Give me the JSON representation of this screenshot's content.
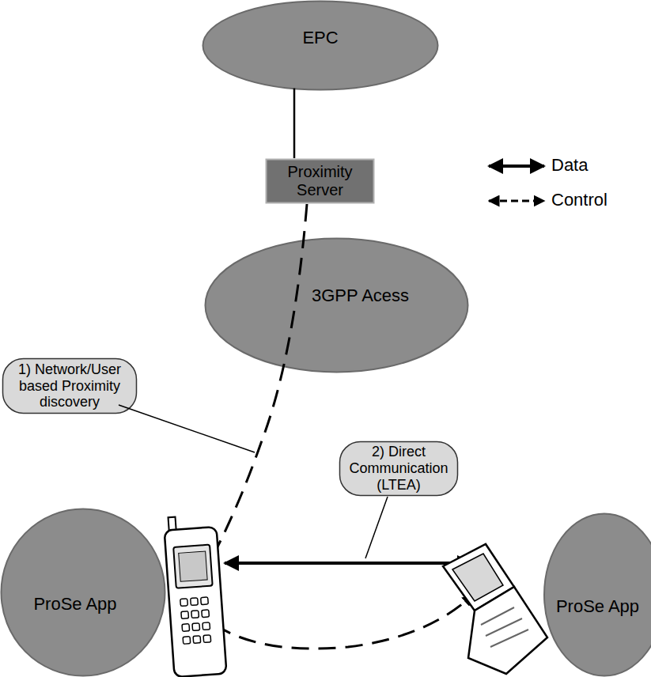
{
  "diagram": {
    "nodes": [
      {
        "text": [
          "EPC"
        ]
      },
      {
        "text": [
          "Proximity Server"
        ]
      },
      {
        "text": [
          "3GPP Acess"
        ]
      },
      {
        "text": [
          "1) Network/User based Proximity discovery"
        ]
      },
      {
        "text": [
          "2) Direct Communication (LTEA)"
        ]
      },
      {
        "text": [
          "ProSe App"
        ]
      },
      {
        "text": [
          "ProSe App"
        ]
      }
    ],
    "edges": [
      {
        "from": 0,
        "to": 1,
        "arrow": "none"
      }
    ],
    "legend": [
      {
        "text": "Data"
      },
      {
        "text": "Control"
      }
    ]
  }
}
